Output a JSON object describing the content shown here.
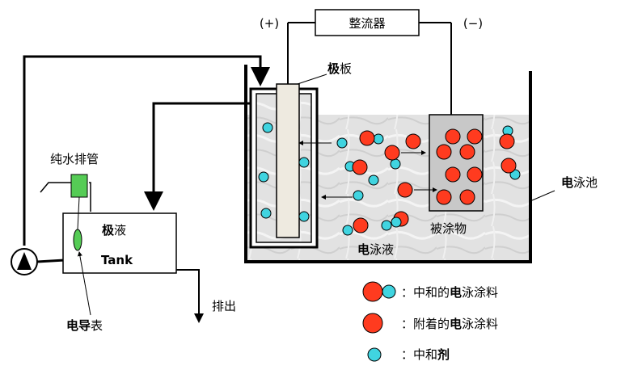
{
  "rectifier": {
    "label": "整流器",
    "positive": "(+)",
    "negative": "(−)"
  },
  "electrode_plate": {
    "label_bold": "极",
    "label": "板"
  },
  "pure_water_pipe": {
    "label": "纯水排管"
  },
  "anolyte": {
    "label_bold": "极",
    "label": "液",
    "tank_label": "Tank"
  },
  "conductivity_meter": {
    "label_bold": "电导",
    "label": "表"
  },
  "drain": {
    "label": "排出"
  },
  "ed_tank": {
    "label_bold": "电",
    "label": "泳池"
  },
  "ed_liquid": {
    "label_bold": "电",
    "label": "泳液"
  },
  "workpiece": {
    "label": "被涂物"
  },
  "legend": [
    {
      "prefix": "：中和的",
      "bold": "电",
      "suffix": "泳涂料"
    },
    {
      "prefix": "：附着的",
      "bold": "电",
      "suffix": "泳涂料"
    },
    {
      "prefix": "：中和",
      "bold": "剂",
      "suffix": ""
    }
  ],
  "colors": {
    "paint_particle": "#ff3b1f",
    "neutralizer_ion": "#40d4e0",
    "sensor_box": "#55cc55",
    "liquid": "#dcdcdc",
    "workpiece": "#c8c8c8"
  }
}
